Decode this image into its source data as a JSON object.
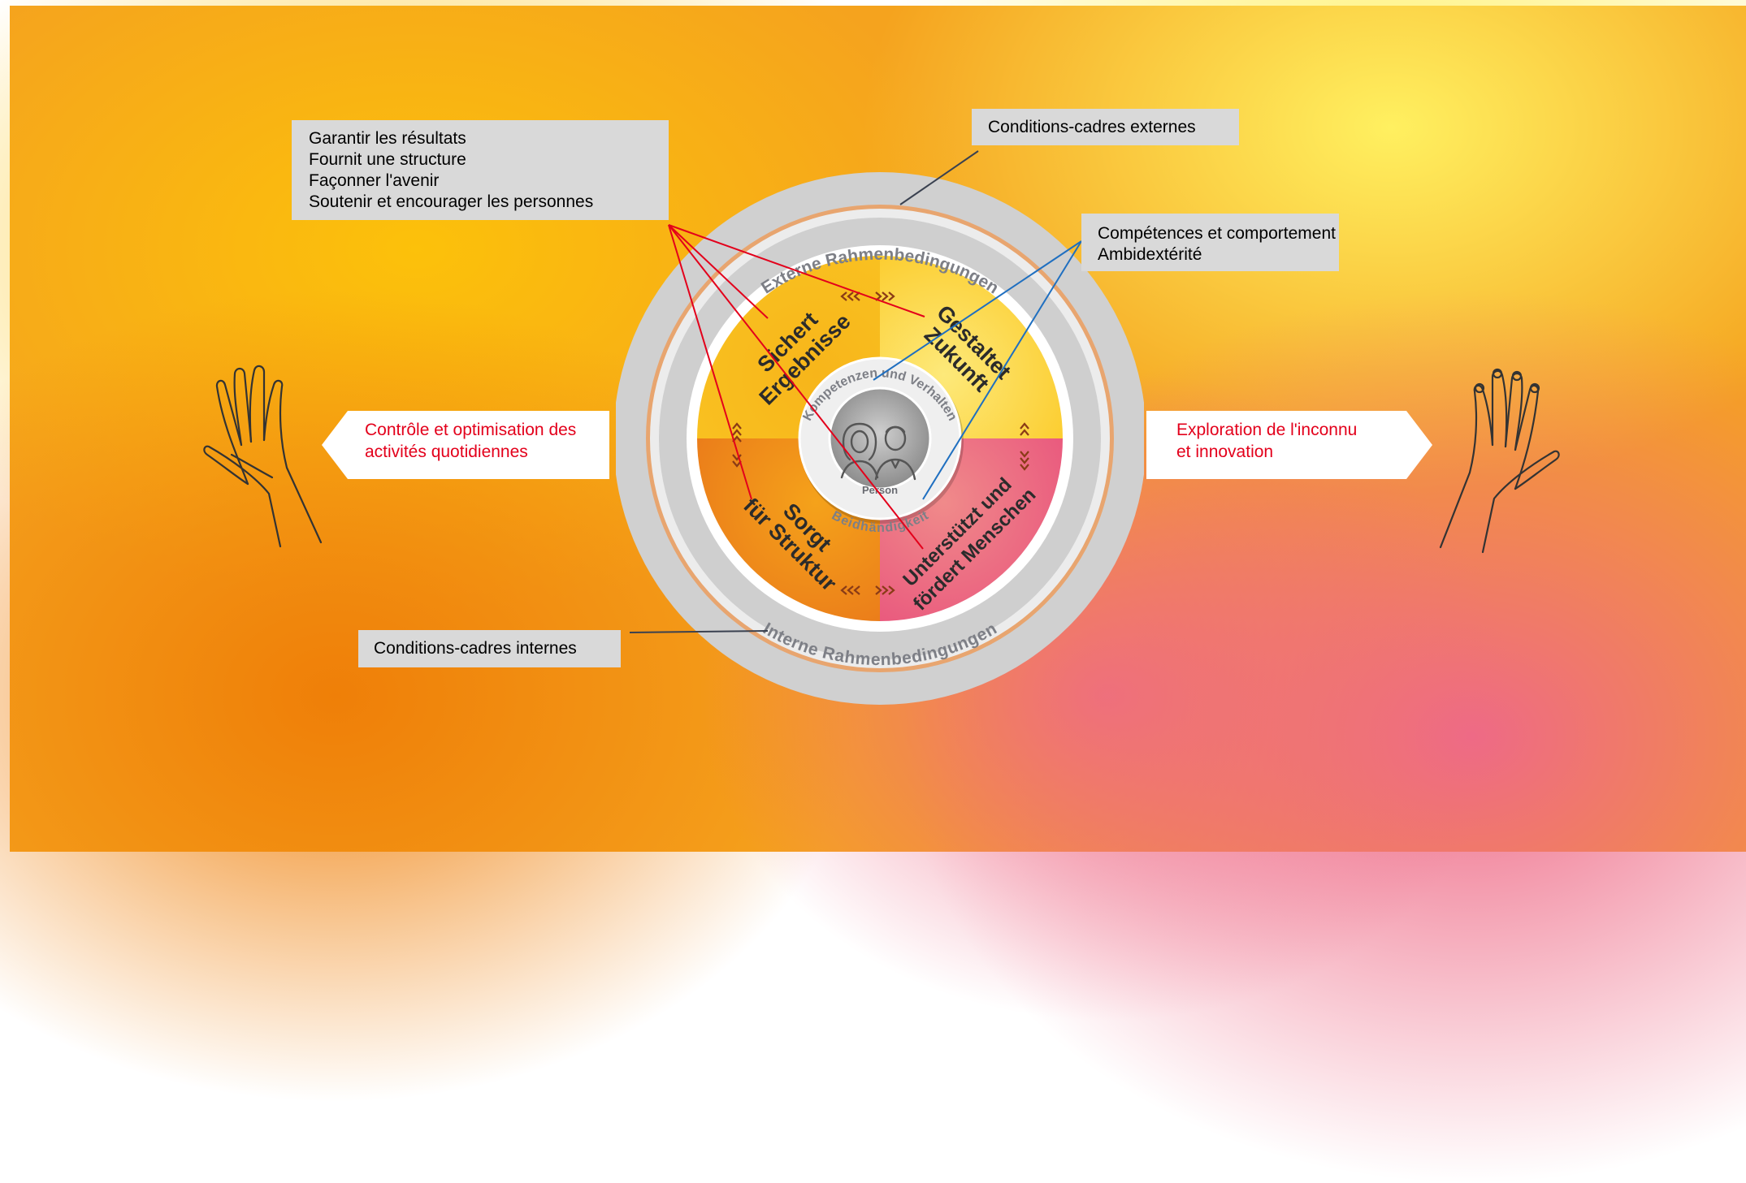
{
  "boxes": {
    "functions": {
      "lines": [
        "Garantir les résultats",
        "Fournit une structure",
        "Façonner l'avenir",
        "Soutenir et encourager les personnes"
      ]
    },
    "external": {
      "label": "Conditions-cadres externes"
    },
    "competences": {
      "lines": [
        "Compétences et comportement",
        "Ambidextérité"
      ]
    },
    "internal": {
      "label": "Conditions-cadres internes"
    }
  },
  "banners": {
    "left": {
      "lines": [
        "Contrôle et optimisation des",
        "activités quotidiennes"
      ]
    },
    "right": {
      "lines": [
        "Exploration de l'inconnu",
        "et innovation"
      ]
    }
  },
  "diagram": {
    "outer_ring_top": "Externe Rahmenbedingungen",
    "outer_ring_bottom": "Interne Rahmenbedingungen",
    "inner_ring_top": "Kompetenzen und Verhalten",
    "inner_ring_bottom": "Beidhändigkeit",
    "center_label": "Person",
    "quadrants": {
      "top_left": [
        "Sichert",
        "Ergebnisse"
      ],
      "top_right": [
        "Gestaltet",
        "Zukunft"
      ],
      "bottom_left": [
        "Sorgt",
        "für Struktur"
      ],
      "bottom_right": [
        "Unterstützt und",
        "fördert Menschen"
      ]
    }
  },
  "colors": {
    "connector_red": "#e3001b",
    "connector_blue": "#1f6fc0",
    "connector_dark": "#3a4150",
    "banner_text": "#e3001b",
    "ring_grey": "#d0d0d0",
    "quadrant_text": "#2b2b2b",
    "ring_text": "#7d7f86"
  },
  "icons": [
    "left-hand-icon",
    "right-hand-icon",
    "person-avatars-icon",
    "chevron-arrows-icon"
  ]
}
